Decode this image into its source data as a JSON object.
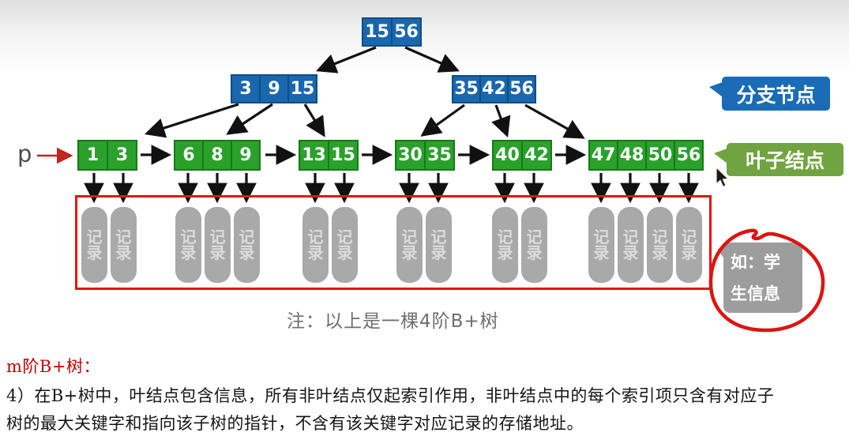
{
  "tree": {
    "pointer_label": "p",
    "root": {
      "keys": [
        "15",
        "56"
      ]
    },
    "branches": [
      {
        "keys": [
          "3",
          "9",
          "15"
        ]
      },
      {
        "keys": [
          "35",
          "42",
          "56"
        ]
      }
    ],
    "leaves": [
      {
        "keys": [
          "1",
          "3"
        ]
      },
      {
        "keys": [
          "6",
          "8",
          "9"
        ]
      },
      {
        "keys": [
          "13",
          "15"
        ]
      },
      {
        "keys": [
          "30",
          "35"
        ]
      },
      {
        "keys": [
          "40",
          "42"
        ]
      },
      {
        "keys": [
          "47",
          "48",
          "50",
          "56"
        ]
      }
    ]
  },
  "records": {
    "label": "记录",
    "count": 15
  },
  "callouts": {
    "branch_label": "分支节点",
    "leaf_label": "叶子结点",
    "example_label": "如：学生信息"
  },
  "note": "注：以上是一棵4阶B+树",
  "paragraph": {
    "heading": "m阶B+树：",
    "line1": "4）在B+树中，叶结点包含信息，所有非叶结点仅起索引作用，非叶结点中的每个索引项只含有对应子",
    "line2": "树的最大关键字和指向该子树的指针，不含有该关键字对应记录的存储地址。"
  },
  "colors": {
    "branch_node": "#1a67ad",
    "branch_border": "#0d4e84",
    "leaf_node": "#2aa12b",
    "leaf_border": "#157a18",
    "branch_callout": "#1a6cb7",
    "leaf_callout": "#70a440",
    "record_gray": "#a9a9a9",
    "annotation_red": "#e81310",
    "heading_red": "#c30000"
  }
}
